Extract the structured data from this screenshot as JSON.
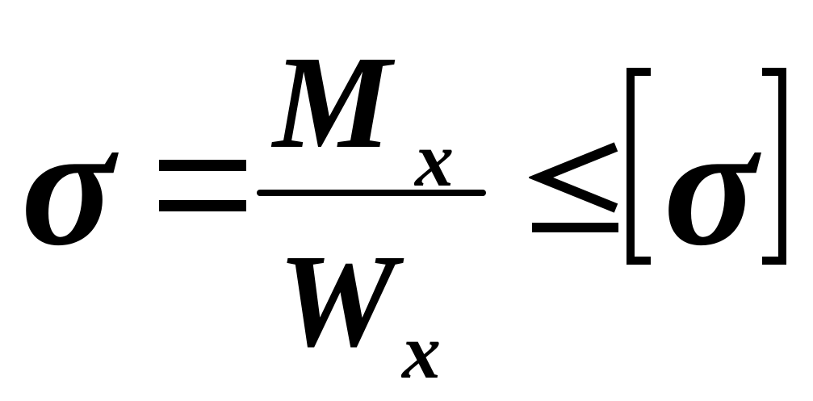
{
  "formula": {
    "lhs_symbol": "σ",
    "relation_equals": "=",
    "numerator": {
      "symbol": "M",
      "subscript": "x"
    },
    "denominator": {
      "symbol": "W",
      "subscript": "x"
    },
    "relation_compare": "≤",
    "rhs_symbol": "σ",
    "rhs_bracket_open": "[",
    "rhs_bracket_close": "]"
  },
  "colors": {
    "ink": "#000000",
    "background": "#ffffff"
  }
}
